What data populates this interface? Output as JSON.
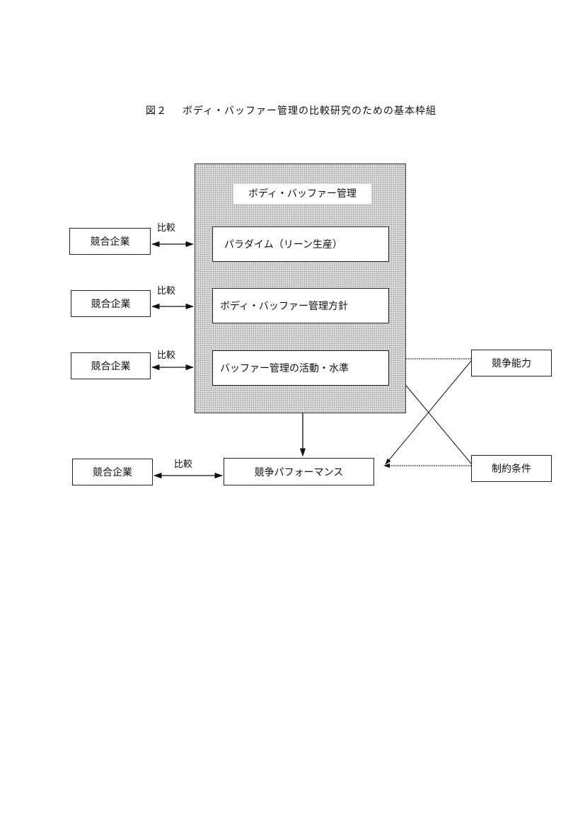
{
  "figure": {
    "number": "図２",
    "title": "ボディ・バッファー管理の比較研究のための基本枠組"
  },
  "framework": {
    "label": "ボディ・バッファー管理",
    "paradigm": "パラダイム（リーン生産）",
    "policy": "ボディ・バッファー管理方針",
    "activities": "バッファー管理の活動・水準"
  },
  "competitors": [
    "競合企業",
    "競合企業",
    "競合企業",
    "競合企業"
  ],
  "comparison_label": "比較",
  "performance": "競争パフォーマンス",
  "factors": {
    "capability": "競争能力",
    "constraints": "制約条件"
  }
}
